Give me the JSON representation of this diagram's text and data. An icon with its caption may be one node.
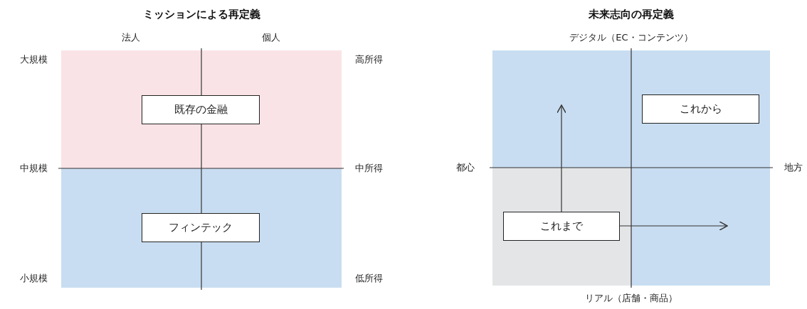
{
  "diagram": {
    "nodes": [
      {
        "text": [
          "既存の金融"
        ]
      },
      {
        "text": [
          "フィンテック"
        ]
      },
      {
        "text": [
          "これから"
        ]
      },
      {
        "text": [
          "これまで"
        ]
      }
    ],
    "edges": [
      {
        "from": 3,
        "to": null,
        "arrow": "to"
      },
      {
        "from": 3,
        "to": null,
        "arrow": "to"
      }
    ],
    "labels": [
      "ミッションによる再定義",
      "未来志向の再定義",
      "法人",
      "個人",
      "デジタル（EC・コンテンツ）",
      "大規模",
      "高所得",
      "中規模",
      "中所得",
      "都心",
      "地方",
      "小規模",
      "低所得",
      "リアル（店舗・商品）"
    ]
  }
}
